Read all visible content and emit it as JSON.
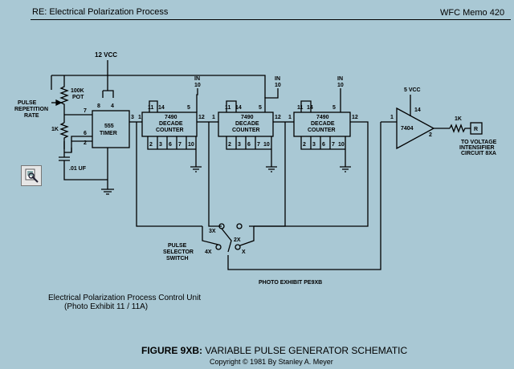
{
  "header": {
    "subject": "RE: Electrical Polarization Process",
    "memo": "WFC Memo 420"
  },
  "supply": {
    "vcc12": "12 VCC",
    "vcc5": "5 VCC"
  },
  "timer_section": {
    "pulse_rate_label": [
      "PULSE",
      "REPETITION",
      "RATE"
    ],
    "pot_label": [
      "100K",
      "POT"
    ],
    "resistor_1k": "1K",
    "capacitor": ".01 UF",
    "timer_name": [
      "555",
      "TIMER"
    ],
    "pins": {
      "p8": "8",
      "p4": "4",
      "p7": "7",
      "p6": "6",
      "p2": "2",
      "p3": "3"
    }
  },
  "counters": [
    {
      "name": [
        "7490",
        "DECADE",
        "COUNTER"
      ],
      "in_label": [
        "IN",
        "10"
      ],
      "pin_in": "1",
      "pin_out": "12",
      "top_pins": [
        "11",
        "14"
      ],
      "pin5": "5",
      "bottom_pins": [
        "2",
        "3",
        "6",
        "7",
        "10"
      ]
    },
    {
      "name": [
        "7490",
        "DECADE",
        "COUNTER"
      ],
      "in_label": [
        "IN",
        "10"
      ],
      "pin_in": "1",
      "pin_out": "12",
      "top_pins": [
        "11",
        "14"
      ],
      "pin5": "5",
      "bottom_pins": [
        "2",
        "3",
        "6",
        "7",
        "10"
      ]
    },
    {
      "name": [
        "7490",
        "DECADE",
        "COUNTER"
      ],
      "in_label": [
        "IN",
        "10"
      ],
      "pin_in": "1",
      "pin_out": "12",
      "top_pins": [
        "11",
        "14"
      ],
      "pin5": "5",
      "bottom_pins": [
        "2",
        "3",
        "6",
        "7",
        "10"
      ]
    }
  ],
  "buffer": {
    "name": "7404",
    "pin_in": "1",
    "pin_vcc": "14",
    "pin_out": "2",
    "resistor": "1K",
    "terminal": "R",
    "output_label": [
      "TO VOLTAGE",
      "INTENSIFIER",
      "CIRCUIT 8XA"
    ]
  },
  "selector": {
    "label": [
      "PULSE",
      "SELECTOR",
      "SWITCH"
    ],
    "positions": [
      "3X",
      "2X",
      "4X",
      "X"
    ]
  },
  "photo_exhibit": "PHOTO EXHIBIT PE9XB",
  "control_unit": {
    "line1": "Electrical Polarization Process Control Unit",
    "line2": "(Photo Exhibit 11  / 11A)"
  },
  "figure": {
    "label": "FIGURE 9XB:",
    "title": " VARIABLE PULSE GENERATOR SCHEMATIC"
  },
  "copyright": "Copyright © 1981 By Stanley A. Meyer",
  "colors": {
    "background": "#a9c8d4",
    "line": "#000000",
    "icon_button": "#e6e6e6"
  }
}
